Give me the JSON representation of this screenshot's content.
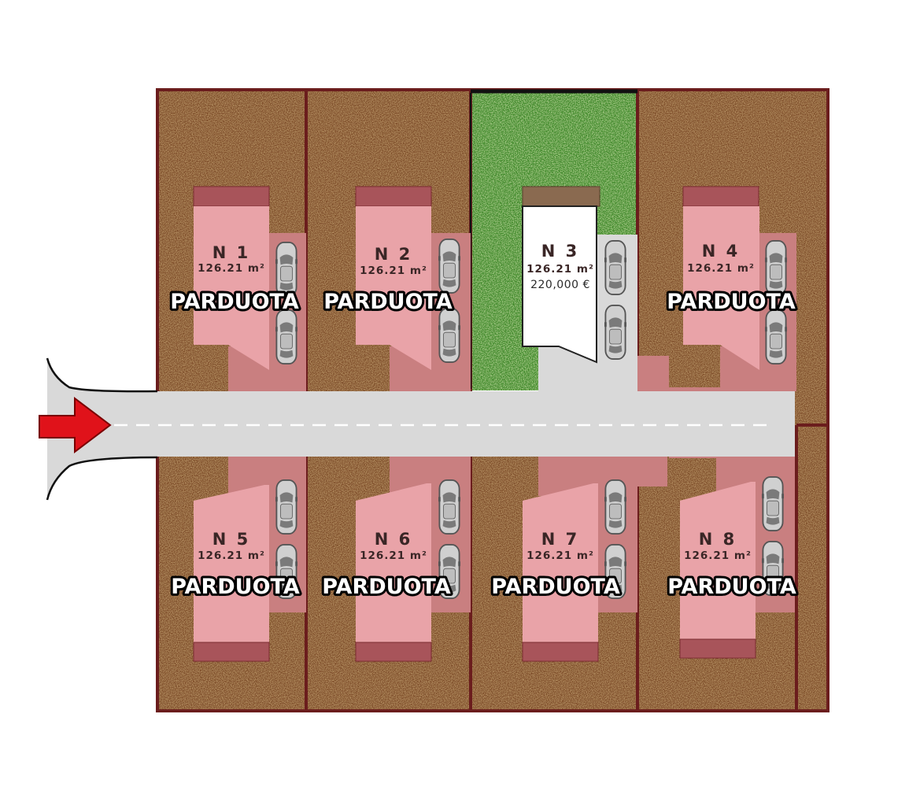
{
  "colors": {
    "soil": "#7b4a26",
    "soil_border": "#6b1d1d",
    "grass": "#3f8a2c",
    "road": "#d9d9d9",
    "sold_house": "#e9a3a8",
    "sold_yard": "#c97f80",
    "available_house": "#ffffff",
    "entrance_arrow": "#e0121a"
  },
  "lots": [
    {
      "id": "lot-1",
      "name": "N 1",
      "area": "126.21 m²",
      "sold_label": "PARDUOTA",
      "status": "sold"
    },
    {
      "id": "lot-2",
      "name": "N 2",
      "area": "126.21 m²",
      "sold_label": "PARDUOTA",
      "status": "sold"
    },
    {
      "id": "lot-3",
      "name": "N 3",
      "area": "126.21 m²",
      "price": "220,000 €",
      "status": "available"
    },
    {
      "id": "lot-4",
      "name": "N 4",
      "area": "126.21 m²",
      "sold_label": "PARDUOTA",
      "status": "sold"
    },
    {
      "id": "lot-5",
      "name": "N 5",
      "area": "126.21 m²",
      "sold_label": "PARDUOTA",
      "status": "sold"
    },
    {
      "id": "lot-6",
      "name": "N 6",
      "area": "126.21 m²",
      "sold_label": "PARDUOTA",
      "status": "sold"
    },
    {
      "id": "lot-7",
      "name": "N 7",
      "area": "126.21 m²",
      "sold_label": "PARDUOTA",
      "status": "sold"
    },
    {
      "id": "lot-8",
      "name": "N 8",
      "area": "126.21 m²",
      "sold_label": "PARDUOTA",
      "status": "sold"
    }
  ],
  "icons": {
    "entrance": "entrance-arrow-icon",
    "parking": "parked-car-icon"
  }
}
